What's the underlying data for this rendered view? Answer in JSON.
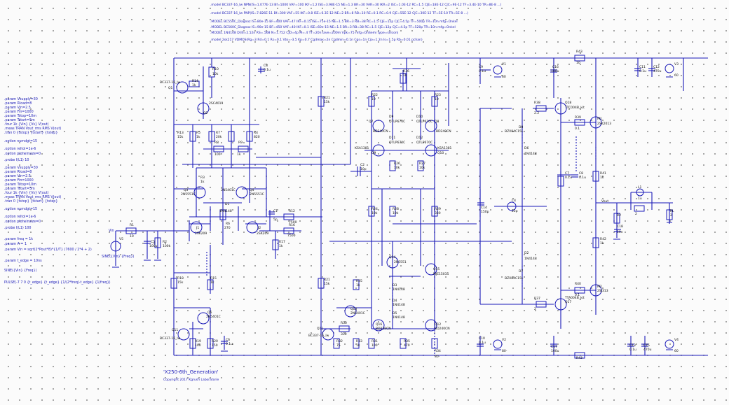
{
  "schematic": {
    "title": "'X250-6th_Generation'",
    "copyright": "Copyright 2017 Kgrush Laboratorie"
  },
  "model_lines": [
    ".model BC337-16_lw NPN(IS=1.077E-13 Bf=1000 VAF=100 IKF=1.2 ISE=3.98E-15 NE=1.3 BR=30 VAR=30 IKR=2 ISC=1.0E-12 RC=1.5 CJE=18E-12 CJC=9E-12 TF=3.4E-10 TR=8E-8 ...)",
    ".model BC337-16_lw PNP(IS=7.826E-11 Bf=300 VAF=55 IKF=0.8 ISE=6.3E-12 NE=2 BR=8 RB=10 RE=0.1 RC=0.9 CJE=55E-12 CJC=30E-12 TF=5E-10 TR=5E-8 ...)",
    ".MODEL BC550C_Diagnoz IS=80e-15 BF=400 VAF=47 IKF=0.15 ISE=75e-15 NE=1.5 BR=3 RB=38 RC=1.5 CJE=12p CJC=4.5p TF=500p TR=10n mfg=Onkel",
    ".MODEL BC560C_Diagnoz IS=90e-15 BF=450 VAF=40 IKF=0.1 ISE=60e-15 NE=1.5 BR=3 RB=38 RC=1.5 CJE=12p CJC=4.5p TF=520p TR=10n mfg=Onkel",
    ".MODEL 1N4148 D(IS=2.52n RS=.568 N=1.752 CJO=4p M=.4 TT=20n Iave=200m Vpk=75 mfg=OnSemi type=silicon)",
    ".model 2sk217 VDMOS(Rg=3 Rd=0.1 Rs=0.1 Vto=-3.5 Kp=0.7 Cgdmax=2n Cgdmin=0.1n Cgs=1n Cjo=1.2n Is=1.5p Rb=0.01 pchan)"
  ],
  "directives_left": {
    "group1": [
      ".param Vsupply=30",
      ".param Rload=8",
      ".param Vin=2.5",
      ".param Fin=1000",
      ".param Tstop=10m",
      ".param Tstart=5m"
    ],
    "group2": [
      ".four 1k {Vin} {Vs} V(out)",
      ".meas TRAN Vout_rms RMS V(out)"
    ],
    "tran": ".tran 0 {tstop} {tstart} {tstep}",
    "options1": ".option numdgt=15",
    "options2": ".option reltol=1e-6",
    "options3": ".option plotwinsize=0",
    "probe1": ".probe I(L1) 10",
    "group3": [
      ".param Vsupply=30",
      ".param Rload=8",
      ".param Vin=2.5",
      ".param Fin=1000",
      ".param Tstop=10m",
      ".param Tstart=5m"
    ],
    "group4": [
      ".four 1k {Vin} {Vs} V(out)",
      ".meas TRAN Vout_rms RMS V(out)"
    ],
    "tran2": ".tran 0 {tstop} {tstart} {tstep}",
    "options4": ".option numdgt=15",
    "options5": ".option reltol=1e-6",
    "options6": ".option plotwinsize=0",
    "probe2": ".probe I(L1) 100",
    "freq1": ".param freq = 1k",
    "freq2": ".param A = 1",
    "pulse": ".param Vin = sqrt(2*Pout*8)*{1/T} (7600 / 2*4 + 2)",
    "tstep": ".param t_edge = 10ns",
    "sine": "SINE({Vin} {Freq})",
    "pulse_src": "PULSE(-7 7 0 {t_edge} {t_edge} {1/(2*freq)-t_edge} {1/freq})"
  },
  "components": {
    "q1": "Q1",
    "q1_model": "BC337-16_lw",
    "q2": "Q2",
    "q2_model": "2SC4019",
    "q3": "Q3",
    "q3_model": "2N5551C",
    "q4": "Q4",
    "q4_model": "2N5401C",
    "q5": "Q5",
    "q5_model": "2SA1380",
    "q6": "Q6",
    "q6_model": "2SC5171",
    "q7": "Q7",
    "q7_model": "BD240CN",
    "q8": "Q8",
    "q8_model": "BD239CN",
    "q9": "Q9",
    "q9_model": "KSA1381",
    "q10": "Q10",
    "q10_model": "KSC3503",
    "q11": "Q11",
    "q11_model": "BC337-16_lw",
    "q12": "Q12",
    "q12_model": "BD140",
    "q13": "Q13",
    "q13_model": "2N5401C",
    "q14": "Q14",
    "q14_model": "2N5551",
    "q15": "Q15",
    "q15_model": "MJE15035",
    "q16": "Q16",
    "q16_model": "MJE15034",
    "q17": "Q17",
    "q17_model": "TTC004B_kit",
    "q18": "Q18",
    "q18_model": "TTA004B_kit",
    "m1": "M1",
    "m1_model": "2SK2013",
    "m2": "M2",
    "m2_model": "2SJ313",
    "j1": "J1",
    "j1_model": "2SK209",
    "j2": "J2",
    "j2_model": "2SK209",
    "v1": "V1",
    "v1_val": "60",
    "v2": "V2",
    "v2_val": "60",
    "v3": "V3",
    "v3_val": "60",
    "v4": "V4",
    "v4_val": "60",
    "v5": "V5",
    "r1": "R1",
    "r1_val": "10",
    "r2": "R2",
    "r2_val": "100k",
    "r3": "R3",
    "r3_val": "1k",
    "r4": "R4",
    "r4_val": "820",
    "r5": "R5",
    "r5_val": "1k",
    "r6": "R6",
    "r6_val": "270",
    "r7": "R7",
    "r7_val": "20k",
    "r8": "R8",
    "r8_val": "100",
    "r9": "R9",
    "r9_val": "1k",
    "r10": "R10",
    "r10_val": "10k",
    "r11": "R11",
    "r11_val": "15k",
    "r12": "R12",
    "r12_val": "7500",
    "r13": "R13",
    "r13_val": "15k",
    "r14": "R14",
    "r14_val": "1k",
    "r15": "R15",
    "r15_val": "1k",
    "r16": "R16",
    "r16_val": "15k",
    "r17": "R17",
    "r17_val": "1k",
    "r18": "R18",
    "r18_val": "15k",
    "r19": "R19",
    "r19_val": "100",
    "r20": "R20",
    "r20_val": "150",
    "r21": "R21",
    "r21_val": "15k",
    "r22": "R22",
    "r22_val": "10",
    "r23": "R23",
    "r23_val": "10",
    "r24": "R24",
    "r24_val": "10k",
    "r25": "R25",
    "r25_val": "1k",
    "r26": "R26",
    "r26_val": "1k",
    "r27": "R27",
    "r27_val": "10",
    "r28": "R28",
    "r28_val": "10k",
    "r29": "R29",
    "r29_val": "10k",
    "r30": "R30",
    "r30_val": "330",
    "r31": "R31",
    "r31_val": "100",
    "r32": "R32",
    "r32_val": "47k",
    "r33": "R33",
    "r33_val": "1k",
    "r34": "R34",
    "r34_val": "75",
    "r35": "R35",
    "r35_val": "470",
    "r36": "R36",
    "r36_val": "1k",
    "r37": "R37",
    "r37_val": "2",
    "r38": "R38",
    "r38_val": "2.2",
    "r39": "R39",
    "r39_val": "0.1",
    "r40": "R40",
    "r40_val": "0.1",
    "r41": "R41",
    "r41_val": "1k",
    "r42": "R42",
    "r42_val": "1k",
    "r43": "R43",
    "r43_val": "10",
    "c1": "C1",
    "c1_val": "5p",
    "c2": "C2",
    "c2_val": "10p",
    "c3": "C3",
    "c3_val": "100p",
    "c4": "C4",
    "c4_val": "22p",
    "c5": "C5",
    "c5_val": "100u",
    "c6": "C6",
    "c6_val": "0.1u",
    "c7": "C7",
    "c7_val": "0.1u",
    "c8": "C8",
    "c8_val": "0.1u",
    "c9": "C9",
    "c9_val": "0.1u",
    "c10": "C10",
    "c10_val": "100u",
    "c11": "C11",
    "c11_val": "0.1u",
    "c12": "C12",
    "c12_val": "470u",
    "c13": "C13",
    "c13_val": "0.1u",
    "c14": "C14",
    "c14_val": "150p",
    "c15": "C15",
    "c15_val": "470u",
    "c16": "C16",
    "c16_val": "100u",
    "c17": "C17",
    "c17_val": "100u",
    "c18": "C18",
    "c18_val": "10n",
    "d1": "D1",
    "d1_model": "1N4148",
    "d2": "D2",
    "d2_model": "1N4148",
    "d3": "D3",
    "d3_model": "1N4148",
    "d4": "D4",
    "d4_model": "1N4148",
    "d5": "D5",
    "d5_model": "1N4148",
    "d6": "D6",
    "d6_model": "1N4148",
    "d7": "D7",
    "d7_model": "BZX84C15L",
    "d8": "D8",
    "d8_model": "BZX84C15L",
    "d9": "D9",
    "d9_model": "QTLP670C",
    "d10": "D10",
    "d10_model": "QTLP670C",
    "d11": "D11",
    "d11_model": "QTLP670C",
    "d12": "D12",
    "d12_model": "QTLP670C",
    "l1": "L1",
    "l1_val": "1u",
    "vin_node": "Vin",
    "vout_node": "Vout",
    "vbe_mult": "TTC004B_kit",
    "r_snub": "R43",
    "vs_plus": "80",
    "vs_minus": "80-",
    "load": "RL"
  }
}
